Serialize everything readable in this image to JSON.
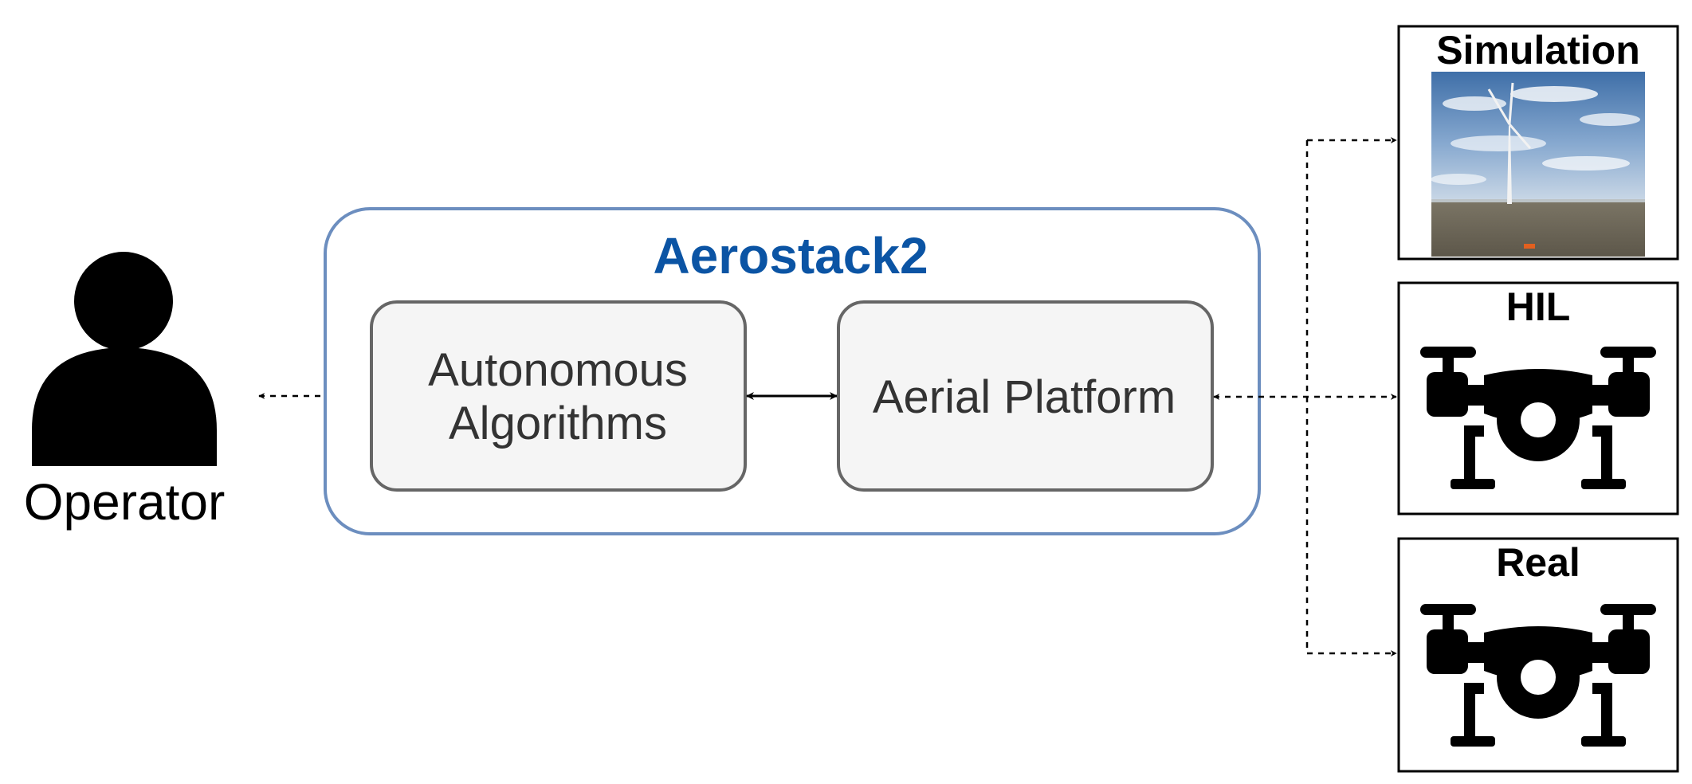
{
  "operator": {
    "label": "Operator",
    "icon": "person-icon"
  },
  "aerostack": {
    "title": "Aerostack2",
    "border_color": "#6c8ebf",
    "title_color": "#0b54a4"
  },
  "blocks": {
    "autonomous": {
      "line1": "Autonomous",
      "line2": "Algorithms"
    },
    "aerial": {
      "label": "Aerial Platform"
    },
    "fill_color": "#f5f5f5",
    "border_color": "#666666",
    "text_color": "#333333"
  },
  "targets": {
    "simulation": {
      "label": "Simulation",
      "image": "wind-turbine-simulation-scene"
    },
    "hil": {
      "label": "HIL",
      "icon": "drone-icon"
    },
    "real": {
      "label": "Real",
      "icon": "drone-icon"
    }
  }
}
